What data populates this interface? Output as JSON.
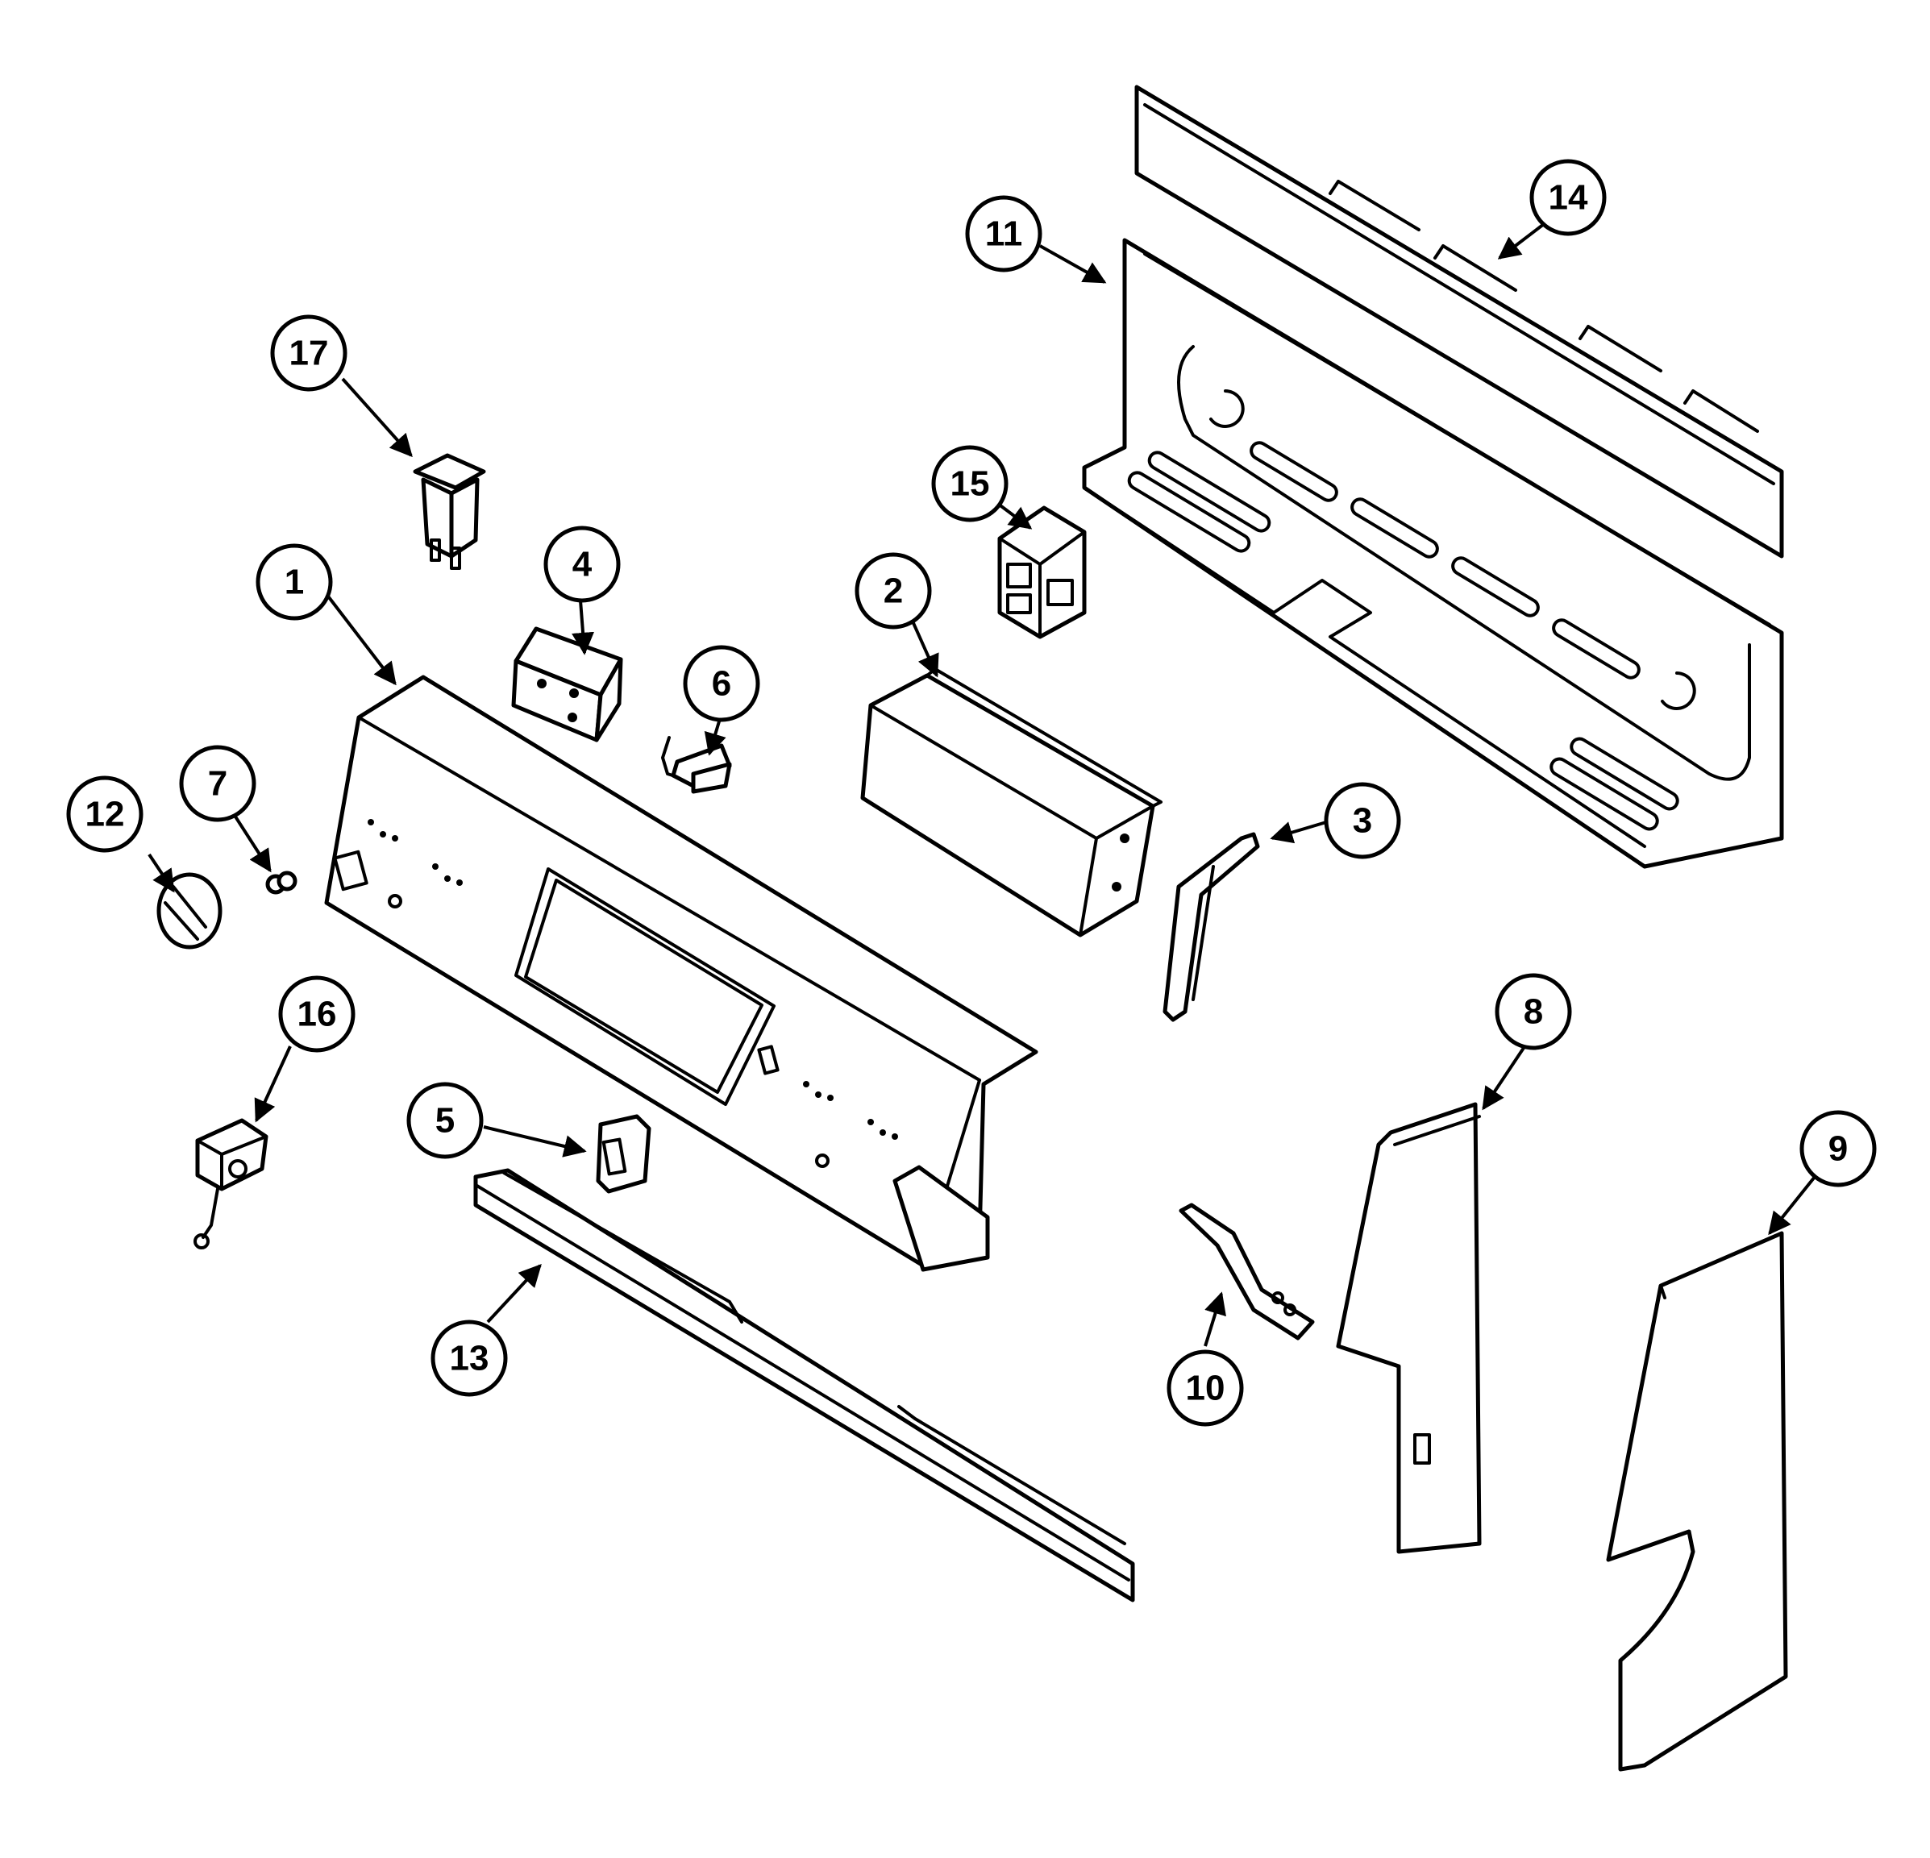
{
  "diagram": {
    "type": "exploded-parts-diagram",
    "callouts": [
      "1",
      "2",
      "3",
      "4",
      "5",
      "6",
      "7",
      "8",
      "9",
      "10",
      "11",
      "12",
      "13",
      "14",
      "15",
      "16",
      "17"
    ]
  }
}
